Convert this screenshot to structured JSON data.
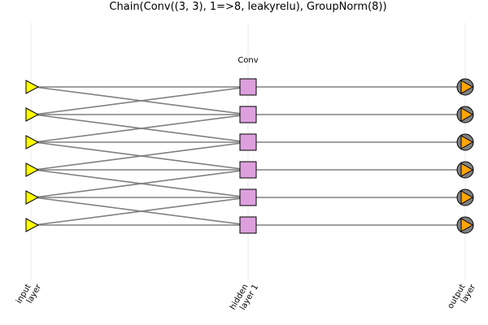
{
  "title": "Chain(Conv((3, 3), 1=>8, leakyrelu), GroupNorm(8))",
  "layer_annotation": "Conv",
  "layers": [
    {
      "id": "input",
      "label_lines": [
        "input",
        "layer"
      ],
      "node_shape": "triangle",
      "fill": "#ffff00",
      "node_count": 6
    },
    {
      "id": "hidden1",
      "label_lines": [
        "hidden",
        "layer 1"
      ],
      "node_shape": "square",
      "fill": "#dda0dd",
      "node_count": 6
    },
    {
      "id": "output",
      "label_lines": [
        "output",
        "layer"
      ],
      "node_shape": "circle-with-triangle",
      "fill": "#808080",
      "inner_fill": "#ffa500",
      "node_count": 6
    }
  ],
  "connections": {
    "input_to_hidden": "each input node links to hidden nodes i-1, i, i+1",
    "hidden_to_output": "one-to-one"
  },
  "colors": {
    "edge": "#808080",
    "grid": "#ebebeb",
    "outline": "#000000"
  }
}
